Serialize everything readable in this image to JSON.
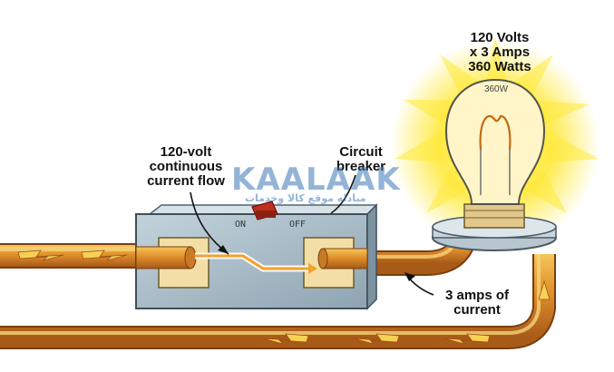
{
  "labels": {
    "bulb_line1": "120 Volts",
    "bulb_line2": "x 3 Amps",
    "bulb_line3": "360 Watts",
    "bulb_rating": "360W",
    "flow_line1": "120-volt",
    "flow_line2": "continuous",
    "flow_line3": "current flow",
    "breaker_line1": "Circuit",
    "breaker_line2": "breaker",
    "switch_on": "ON",
    "switch_off": "OFF",
    "amps_line1": "3 amps of",
    "amps_line2": "current"
  },
  "watermark": {
    "brand": "KAALAAK",
    "tagline": "مبادله موقع كالا وخدمات"
  },
  "colors": {
    "wire_copper": "#d98a2b",
    "wire_highlight": "#f6c65a",
    "breaker_body": "#9fb3c0",
    "breaker_top": "#b9cad4",
    "glow": "#ffe93a",
    "arrow_flow": "#f2a12a",
    "watermark_blue": "#3d77b8"
  },
  "icons": [
    "lightning-icon",
    "arrow-icon",
    "light-bulb-icon",
    "switch-lever-icon"
  ]
}
